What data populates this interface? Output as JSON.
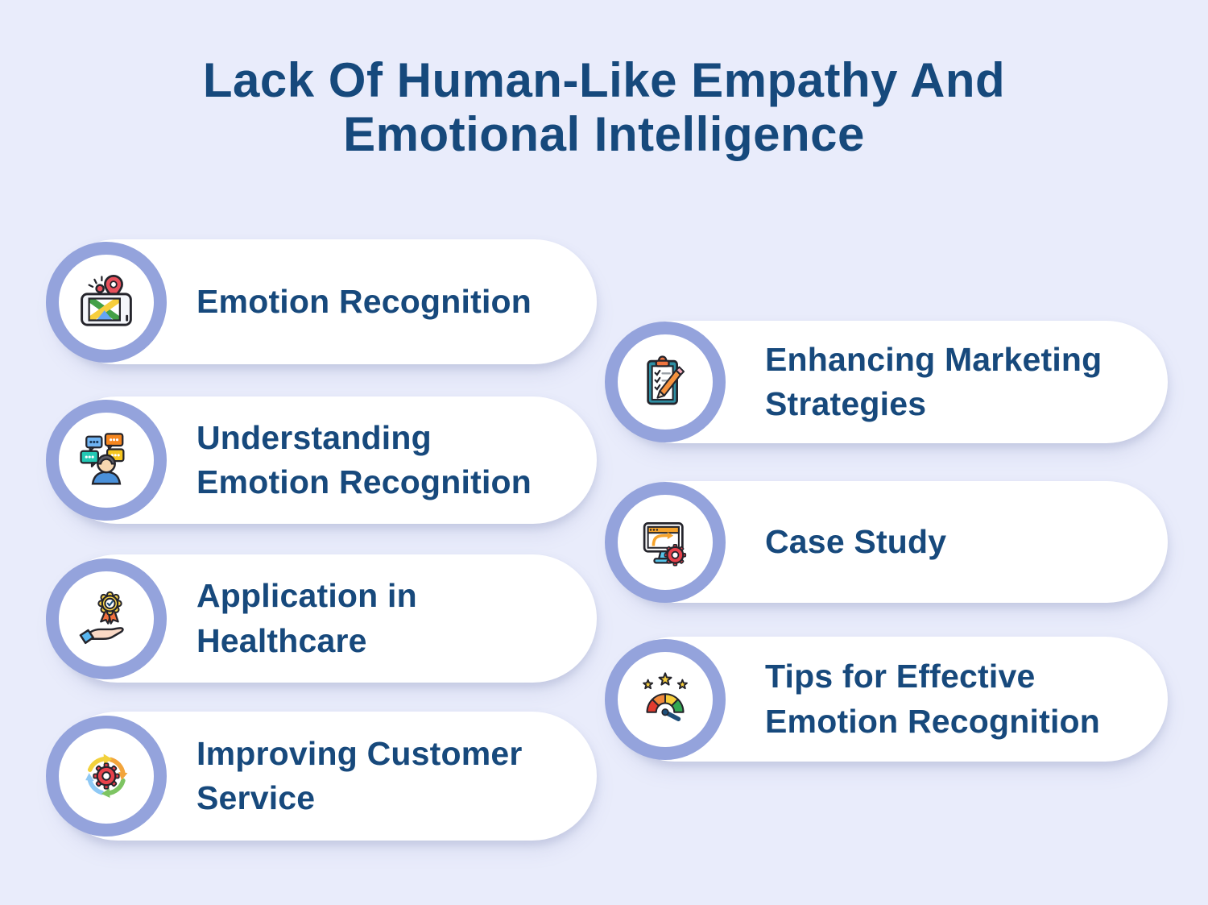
{
  "title": "Lack Of Human-Like Empathy And\nEmotional Intelligence",
  "palette": {
    "background": "#E9ECFB",
    "pill_fill": "#FFFFFF",
    "ring_accent": "#94A3DC",
    "text": "#17497C"
  },
  "items": [
    {
      "label": "Emotion Recognition",
      "icon": "gps-map-icon",
      "column": "left"
    },
    {
      "label": "Understanding\nEmotion Recognition",
      "icon": "chat-person-icon",
      "column": "left"
    },
    {
      "label": "Application in\nHealthcare",
      "icon": "award-hand-icon",
      "column": "left"
    },
    {
      "label": "Improving Customer\nService",
      "icon": "process-gear-icon",
      "column": "left"
    },
    {
      "label": "Enhancing Marketing\nStrategies",
      "icon": "clipboard-checklist-icon",
      "column": "right"
    },
    {
      "label": "Case Study",
      "icon": "monitor-gear-icon",
      "column": "right"
    },
    {
      "label": "Tips for Effective\nEmotion Recognition",
      "icon": "gauge-stars-icon",
      "column": "right"
    }
  ]
}
